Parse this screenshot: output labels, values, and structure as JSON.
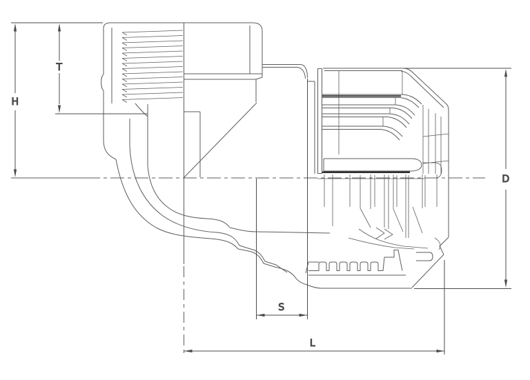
{
  "drawing": {
    "dimensions": {
      "h": "H",
      "t": "T",
      "d": "D",
      "s": "S",
      "l": "L"
    },
    "colors": {
      "background": "#ffffff",
      "part_line": "#5b5b5b",
      "dark_line": "#2f2f2f",
      "dimension": "#4a4a4a",
      "seal": "#0e0e0e",
      "metal_edge": "#909090"
    }
  }
}
